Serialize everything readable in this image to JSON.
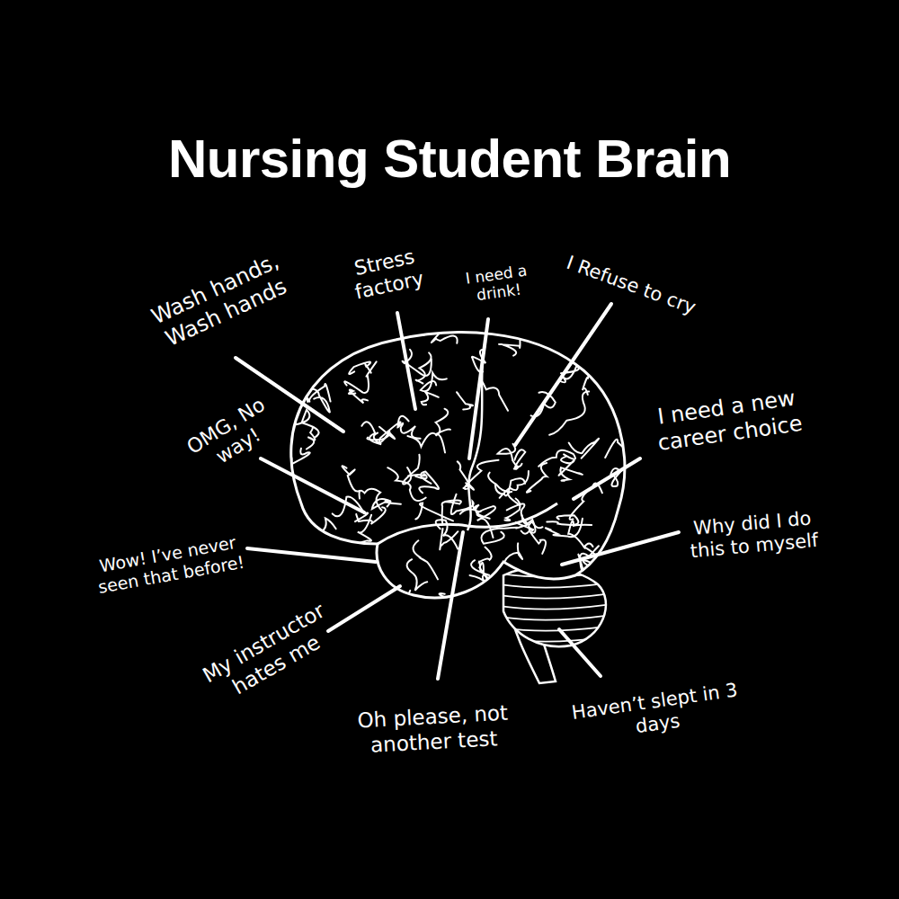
{
  "diagram": {
    "title": "Nursing Student Brain",
    "labels": [
      "Wash hands, Wash hands",
      "Stress factory",
      "I need a drink!",
      "I Refuse to cry",
      "OMG, No way!",
      "I need a new career choice",
      "Why did I do this to myself",
      "Wow! I’ve never seen that before!",
      "My instructor hates me",
      "Oh please, not another test",
      "Haven’t slept in 3 days"
    ]
  }
}
